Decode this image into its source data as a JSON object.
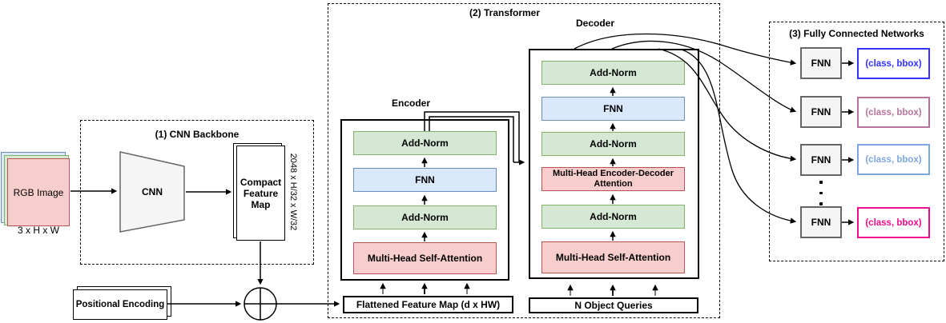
{
  "colors": {
    "attention_fill": "#f8cecc",
    "attention_border": "#b85450",
    "addnorm_fill": "#d5e8d4",
    "addnorm_border": "#82b366",
    "ffn_fill": "#dae8fc",
    "ffn_border": "#6c8ebf",
    "node_fill": "#f5f5f5",
    "node_border": "#666666"
  },
  "input": {
    "label": "RGB Image",
    "dims": "3 x H x W"
  },
  "backbone": {
    "title": "(1) CNN Backbone",
    "cnn_label": "CNN",
    "feature_map_label": "Compact Feature Map",
    "feature_map_dims": "2048 x H/32 x W/32"
  },
  "positional_encoding": {
    "label": "Positional Encoding"
  },
  "transformer": {
    "title": "(2) Transformer",
    "encoder": {
      "label": "Encoder",
      "layers": [
        {
          "label": "Add-Norm"
        },
        {
          "label": "FNN"
        },
        {
          "label": "Add-Norm"
        },
        {
          "label": "Multi-Head Self-Attention"
        }
      ]
    },
    "decoder": {
      "label": "Decoder",
      "layers": [
        {
          "label": "Add-Norm"
        },
        {
          "label": "FNN"
        },
        {
          "label": "Add-Norm"
        },
        {
          "label": "Multi-Head Encoder-Decoder Attention"
        },
        {
          "label": "Add-Norm"
        },
        {
          "label": "Multi-Head Self-Attention"
        }
      ]
    },
    "encoder_input_label": "Flattened Feature Map (d x HW)",
    "decoder_input_label": "N Object Queries"
  },
  "fcn": {
    "title": "(3) Fully Connected Networks",
    "rows": [
      {
        "label": "FNN",
        "output": "(class, bbox)",
        "color": "#3333ff"
      },
      {
        "label": "FNN",
        "output": "(class, bbox)",
        "color": "#b5739d"
      },
      {
        "label": "FNN",
        "output": "(class, bbox)",
        "color": "#7ea6e0"
      },
      {
        "label": "FNN",
        "output": "(class, bbox)",
        "color": "#ee0c8e"
      }
    ]
  }
}
